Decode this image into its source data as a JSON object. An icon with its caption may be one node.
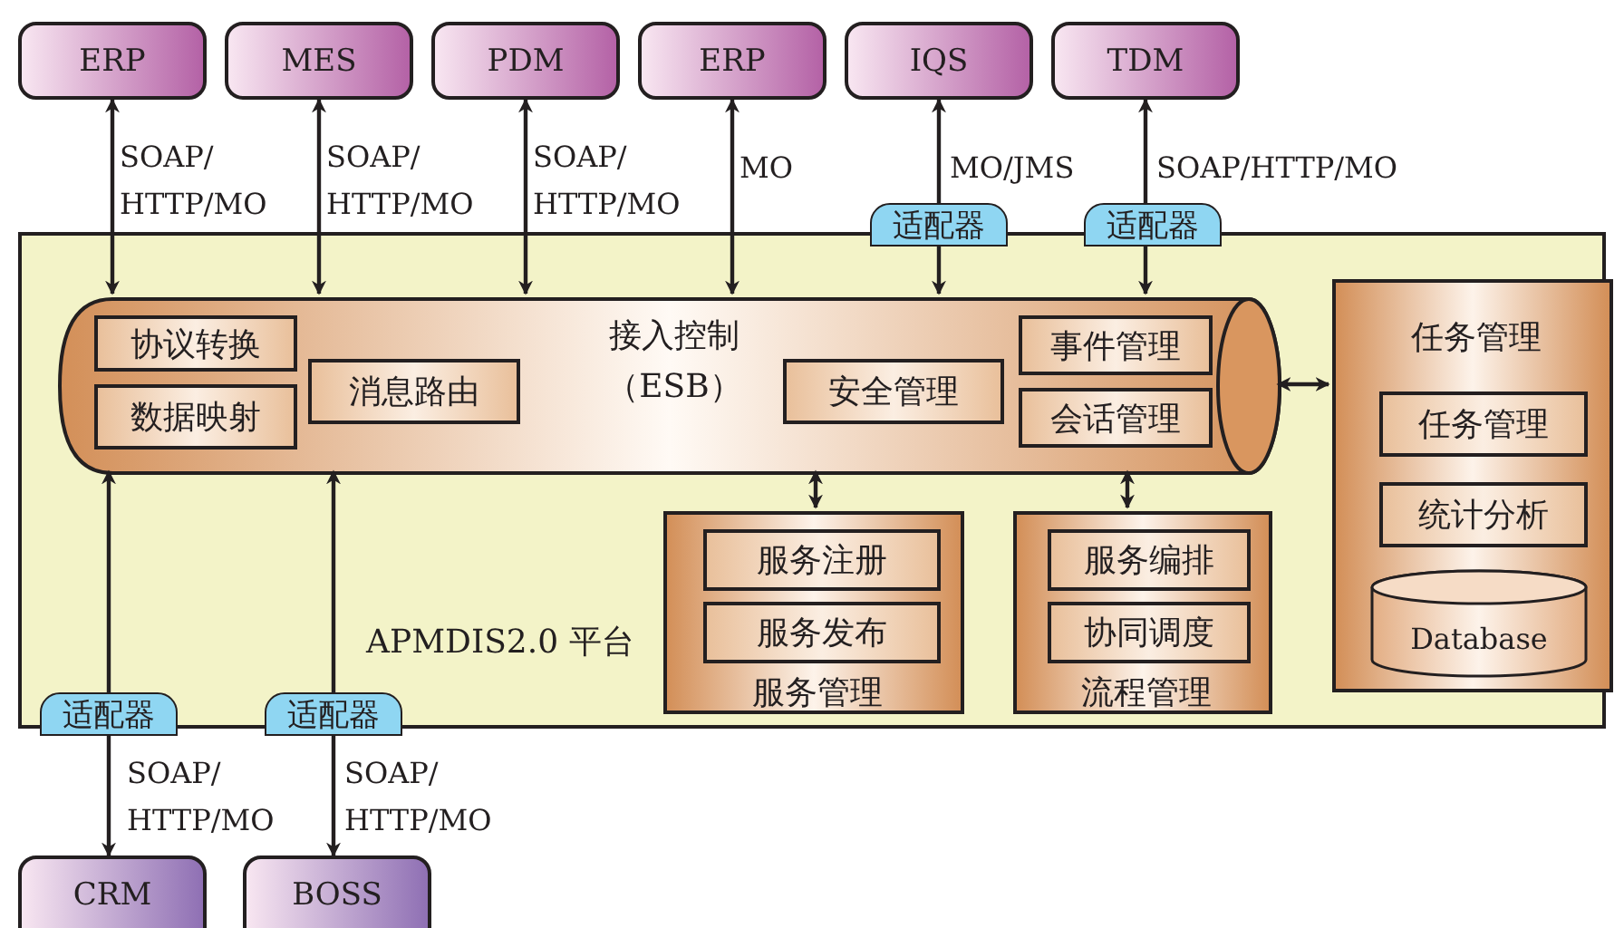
{
  "diagram": {
    "nodes": [
      {
        "text": [
          "ERP"
        ]
      },
      {
        "text": [
          "MES"
        ]
      },
      {
        "text": [
          "PDM"
        ]
      },
      {
        "text": [
          "ERP"
        ]
      },
      {
        "text": [
          "IQS"
        ]
      },
      {
        "text": [
          "TDM"
        ]
      },
      {
        "text": [
          "APMDIS2.0 平台"
        ]
      },
      {
        "text": [
          "接入控制（ESB）"
        ],
        "in": 6
      },
      {
        "text": [
          "协议转换"
        ],
        "in": 7
      },
      {
        "text": [
          "数据映射"
        ],
        "in": 7
      },
      {
        "text": [
          "消息路由"
        ],
        "in": 7
      },
      {
        "text": [
          "安全管理"
        ],
        "in": 7
      },
      {
        "text": [
          "事件管理"
        ],
        "in": 7
      },
      {
        "text": [
          "会话管理"
        ],
        "in": 7
      },
      {
        "text": [
          "适配器"
        ]
      },
      {
        "text": [
          "适配器"
        ]
      },
      {
        "text": [
          "服务管理"
        ],
        "in": 6
      },
      {
        "text": [
          "服务注册"
        ],
        "in": 16
      },
      {
        "text": [
          "服务发布"
        ],
        "in": 16
      },
      {
        "text": [
          "流程管理"
        ],
        "in": 6
      },
      {
        "text": [
          "服务编排"
        ],
        "in": 19
      },
      {
        "text": [
          "协同调度"
        ],
        "in": 19
      },
      {
        "text": [
          "任务管理"
        ],
        "in": 6
      },
      {
        "text": [
          "任务管理"
        ],
        "in": 22
      },
      {
        "text": [
          "统计分析"
        ],
        "in": 22
      },
      {
        "text": [
          "Database"
        ],
        "in": 22
      },
      {
        "text": [
          "适配器"
        ]
      },
      {
        "text": [
          "适配器"
        ]
      },
      {
        "text": [
          "CRM"
        ]
      },
      {
        "text": [
          "BOSS"
        ]
      }
    ],
    "edges": [
      {
        "from": 0,
        "to": 7,
        "arrow": "both",
        "label": "SOAP/ HTTP/MO"
      },
      {
        "from": 1,
        "to": 7,
        "arrow": "both",
        "label": "SOAP/ HTTP/MO"
      },
      {
        "from": 2,
        "to": 7,
        "arrow": "both",
        "label": "SOAP/ HTTP/MO"
      },
      {
        "from": 3,
        "to": 7,
        "arrow": "both",
        "label": "MO"
      },
      {
        "from": 14,
        "to": 4,
        "arrow": "to",
        "label": "MO/JMS"
      },
      {
        "from": 14,
        "to": 7,
        "arrow": "to"
      },
      {
        "from": 15,
        "to": 5,
        "arrow": "to",
        "label": "SOAP/HTTP/MO"
      },
      {
        "from": 15,
        "to": 7,
        "arrow": "to"
      },
      {
        "from": 7,
        "to": 16,
        "arrow": "both"
      },
      {
        "from": 7,
        "to": 19,
        "arrow": "both"
      },
      {
        "from": 7,
        "to": 22,
        "arrow": "both"
      },
      {
        "from": 26,
        "to": 7,
        "arrow": "to"
      },
      {
        "from": 26,
        "to": 28,
        "arrow": "to",
        "label": "SOAP/ HTTP/MO"
      },
      {
        "from": 27,
        "to": 7,
        "arrow": "to"
      },
      {
        "from": 27,
        "to": 29,
        "arrow": "to",
        "label": "SOAP/ HTTP/MO"
      }
    ]
  }
}
